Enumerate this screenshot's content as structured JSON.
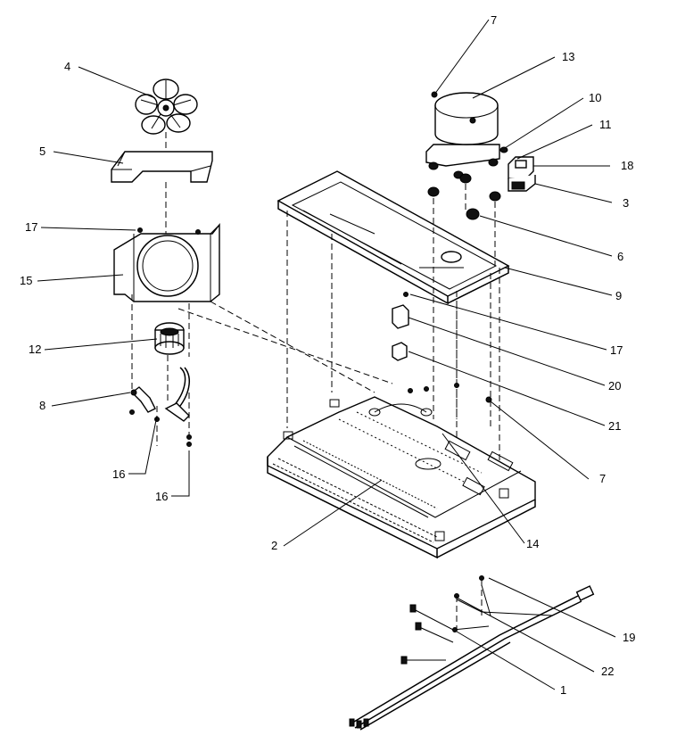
{
  "callouts": [
    {
      "id": "c1",
      "label": "1"
    },
    {
      "id": "c2",
      "label": "2"
    },
    {
      "id": "c3",
      "label": "3"
    },
    {
      "id": "c4",
      "label": "4"
    },
    {
      "id": "c5",
      "label": "5"
    },
    {
      "id": "c6",
      "label": "6"
    },
    {
      "id": "c7a",
      "label": "7"
    },
    {
      "id": "c7b",
      "label": "7"
    },
    {
      "id": "c8",
      "label": "8"
    },
    {
      "id": "c9",
      "label": "9"
    },
    {
      "id": "c10",
      "label": "10"
    },
    {
      "id": "c11",
      "label": "11"
    },
    {
      "id": "c12",
      "label": "12"
    },
    {
      "id": "c13",
      "label": "13"
    },
    {
      "id": "c14",
      "label": "14"
    },
    {
      "id": "c15",
      "label": "15"
    },
    {
      "id": "c16a",
      "label": "16"
    },
    {
      "id": "c16b",
      "label": "16"
    },
    {
      "id": "c17a",
      "label": "17"
    },
    {
      "id": "c17b",
      "label": "17"
    },
    {
      "id": "c18",
      "label": "18"
    },
    {
      "id": "c19",
      "label": "19"
    },
    {
      "id": "c20",
      "label": "20"
    },
    {
      "id": "c21",
      "label": "21"
    },
    {
      "id": "c22",
      "label": "22"
    }
  ]
}
